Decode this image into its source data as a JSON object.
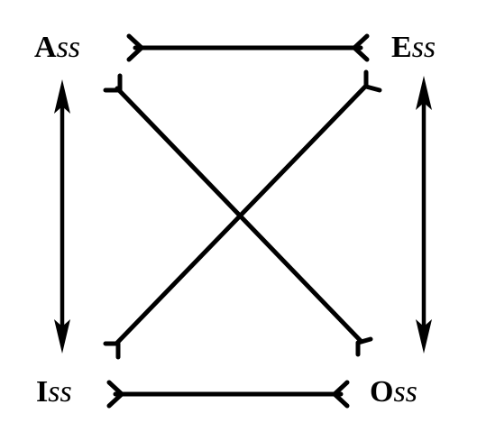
{
  "corners": {
    "top_left": {
      "letter": "A",
      "suffix": "ss"
    },
    "top_right": {
      "letter": "E",
      "suffix": "ss"
    },
    "bottom_left": {
      "letter": "I",
      "suffix": "ss"
    },
    "bottom_right": {
      "letter": "O",
      "suffix": "ss"
    }
  },
  "colors": {
    "ink": "#000000",
    "background": "#ffffff"
  }
}
